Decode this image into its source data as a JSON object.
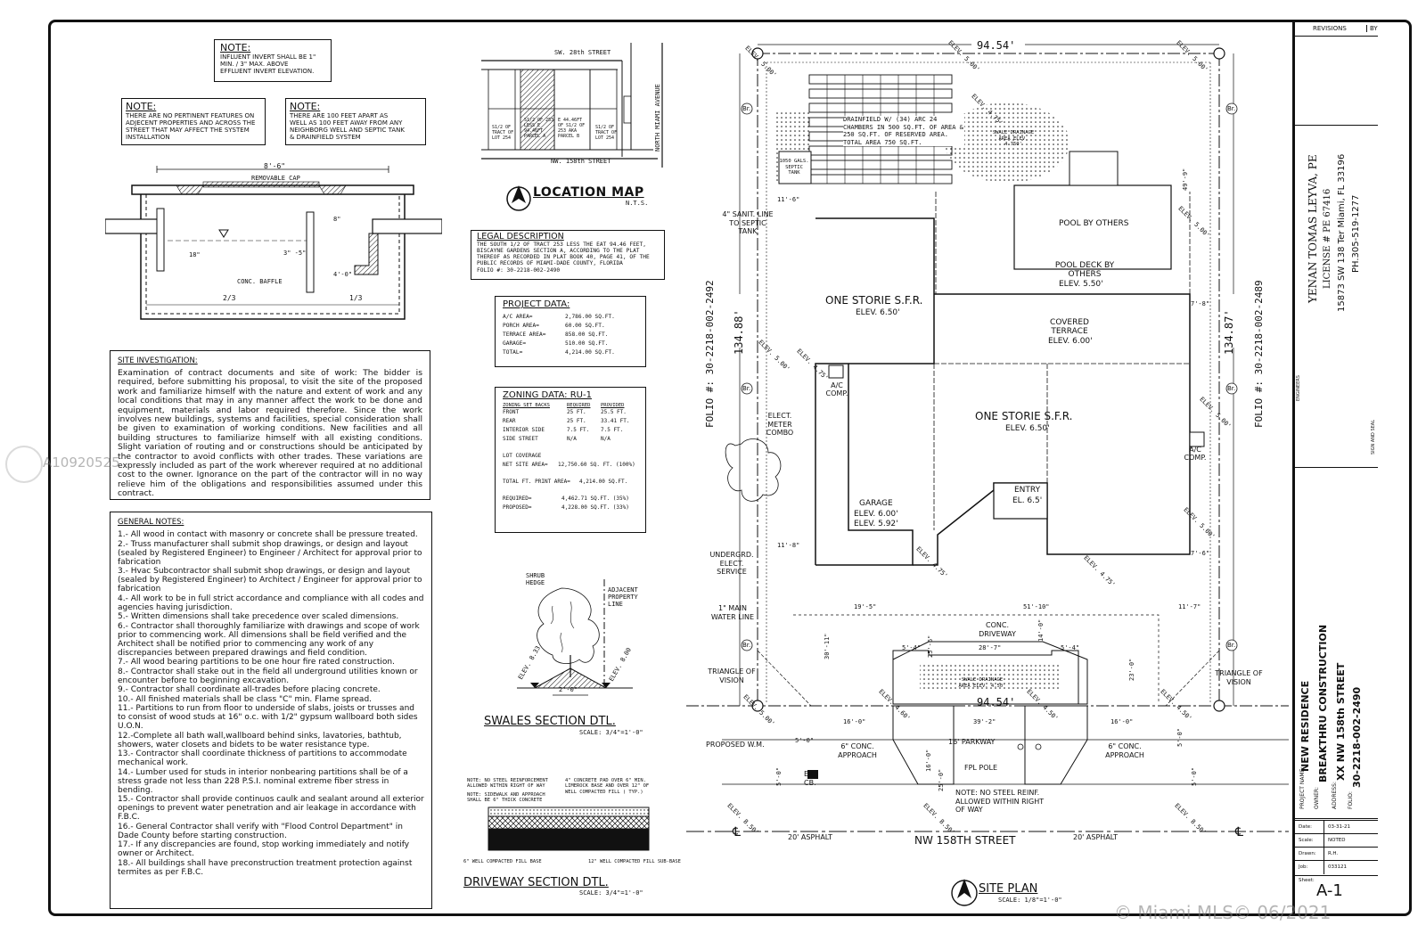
{
  "notes": {
    "influent": {
      "title": "NOTE:",
      "lines": [
        "INFLUENT INVERT SHALL BE 1\"",
        "MIN. / 3\" MAX. ABOVE",
        "EFFLUENT INVERT ELEVATION."
      ]
    },
    "pertinent": {
      "title": "NOTE:",
      "lines": [
        "THERE ARE NO PERTINENT FEATURES ON",
        "ADJECENT PROPERTIES AND ACROSS THE",
        "STREET THAT MAY AFFECT THE SYSTEM",
        "INSTALLATION"
      ]
    },
    "hundred_feet": {
      "title": "NOTE:",
      "lines": [
        "THERE ARE 100 FEET APART AS",
        "WELL AS 100 FEET AWAY FROM ANY",
        "NEIGHBORG WELL AND SEPTIC TANK",
        "& DRAINFIELD SYSTEM"
      ]
    }
  },
  "septic_section": {
    "width_dim": "8'-6\"",
    "removable_cap": "REMOVABLE CAP",
    "baffle": "CONC. BAFFLE",
    "left_ratio": "2/3",
    "right_ratio": "1/3",
    "dim_18": "18\"",
    "dim_8": "8\"",
    "dim_4": "4'-0\"",
    "dim_35": "3\" -5\""
  },
  "location_map": {
    "title": "LOCATION MAP",
    "scale": "N.T.S.",
    "streets": [
      "SW. 28th STREET",
      "NW. 158th STREET",
      "NORTH MIAMI AVENUE"
    ],
    "lots": [
      "S1/2 OF TRACT OF LOT 254",
      "S1/2 OF 253 LESS E 94.46FT PARCEL A",
      "E 44.46FT OF S1/2 OF 253 AKA PARCEL B",
      "S1/2 OF TRACT OF LOT 254"
    ]
  },
  "legal": {
    "title": "LEGAL DESCRIPTION",
    "lines": [
      "THE SOUTH 1/2 OF TRACT 253 LESS THE EAT 94.46 FEET,",
      "BISCAYNE GARDENS SECTION A, ACCORDING TO THE PLAT",
      "THEREOF AS RECORDED IN PLAT BOOK 40, PAGE 41, OF THE",
      "PUBLIC RECORDS OF MIAMI-DADE COUNTY, FLORIDA",
      "FOLIO #: 30-2218-002-2490"
    ]
  },
  "project_data": {
    "title": "PROJECT DATA:",
    "rows": [
      {
        "label": "A/C AREA=",
        "value": "2,786.00 SQ.FT."
      },
      {
        "label": "PORCH AREA=",
        "value": "60.00 SQ.FT."
      },
      {
        "label": "TERRACE AREA=",
        "value": "858.00 SQ.FT."
      },
      {
        "label": "GARAGE=",
        "value": "510.00 SQ.FT."
      },
      {
        "label": "TOTAL=",
        "value": "4,214.00 SQ.FT."
      }
    ]
  },
  "zoning": {
    "title": "ZONING DATA: RU-1",
    "head": [
      "ZONING SET BACKS",
      "REQUIRED",
      "PROVIDED"
    ],
    "rows": [
      [
        "FRONT",
        "25 FT.",
        "25.5 FT."
      ],
      [
        "REAR",
        "25 FT.",
        "33.41 FT."
      ],
      [
        "INTERIOR SIDE",
        "7.5 FT.",
        "7.5 FT."
      ],
      [
        "SIDE STREET",
        "N/A",
        "N/A"
      ]
    ],
    "coverage_title": "LOT COVERAGE",
    "net_site": {
      "label": "NET SITE AREA=",
      "value": "12,750.60 SQ. FT. (100%)"
    },
    "footprint": {
      "label": "TOTAL FT. PRINT AREA=",
      "value": "4,214.00 SQ.FT."
    },
    "required": {
      "label": "REQUIRED=",
      "value": "4,462.71 SQ.FT. (35%)"
    },
    "proposed": {
      "label": "PROPOSED=",
      "value": "4,228.00 SQ.FT. (33%)"
    }
  },
  "site_investigation": {
    "title": "SITE INVESTIGATION:",
    "text": "Examination of contract documents and site of work: The bidder is required, before submitting his proposal, to visit the site of the proposed work and familiarize himself with the nature and extent of work and any local conditions that may in any manner affect the work to be done and equipment, materials and labor required therefore. Since the work involves new buildings, systems and facilities, special consideration shall be given to examination of working conditions. New facilities and all building structures to familiarize himself with all existing conditions. Slight variation of routing and or constructions should be anticipated by the contractor to avoid conflicts with other trades. These variations are expressly included as part of the work wherever required at no additional cost to the owner. Ignorance on the part of the contractor will in no way relieve him of the obligations and responsibilities assumed under this contract."
  },
  "general_notes": {
    "title": "GENERAL NOTES:",
    "items": [
      "1.- All wood in contact with masonry or concrete shall be pressure treated.",
      "2.- Truss manufacturer shall submit shop drawings, or design and layout (sealed by Registered Engineer) to Engineer / Architect for approval prior to fabrication",
      "3.- Hvac Subcontractor shall submit shop drawings, or design and layout (sealed by Registered Engineer) to Architect / Engineer for approval prior to fabrication",
      "4.- All work to be in full strict accordance and compliance with all codes and agencies having jurisdiction.",
      "5.- Written dimensions shall take precedence over scaled dimensions.",
      "6.- Contractor shall thoroughly familiarize with drawings and scope of work prior to commencing work. All dimensions shall be field verified and the Architect shall be notified prior to commencing any work of any discrepancies between prepared drawings and field condition.",
      "7.- All wood bearing partitions to be one hour fire rated construction.",
      "8.- Contractor shall stake out in the field all underground utilities known or encounter before to beginning excavation.",
      "9.- Contractor shall coordinate all-trades before placing concrete.",
      "10.- All finished materials shall be class \"C\" min. Flame spread.",
      "11.- Partitions to run from floor to underside of slabs, joists or trusses and to consist of wood studs at 16\" o.c. with 1/2\" gypsum wallboard both sides U.O.N.",
      "12.-Complete all bath wall,wallboard behind sinks, lavatories, bathtub, showers, water closets and bidets to be water resistance type.",
      "13.- Contractor shall coordinate thickness of partitions to accommodate mechanical work.",
      "14.- Lumber used for studs in interior nonbearing partitions shall be of a stress grade not less than 228 P.S.I. nominal extreme fiber stress in bending.",
      "15.- Contractor shall provide continuos caulk and sealant around all exterior openings to prevent water penetration and air leakage in accordance with F.B.C.",
      "16.- General Contractor shall verify with \"Flood Control Department\" in Dade County before starting construction.",
      "17.- If any discrepancies are found, stop working immediately and notify owner or Architect.",
      "18.- All buildings shall have preconstruction treatment protection against termites as per F.B.C."
    ]
  },
  "swales": {
    "title": "SWALES SECTION DTL.",
    "scale": "SCALE: 3/4\"=1'-0\"",
    "shrub": "SHRUB HEDGE",
    "adjacent": "ADJACENT PROPERTY LINE",
    "elev_left": "ELEV. 8.33",
    "elev_right": "ELEV. 8.00",
    "dim": "2'-0\""
  },
  "driveway": {
    "title": "DRIVEWAY SECTION DTL.",
    "scale": "SCALE: 3/4\"=1'-0\"",
    "note1": "NOTE: NO STEEL REINFORCEMENT ALLOWED WITHIN RIGHT OF WAY",
    "note2": "NOTE: SIDEWALK AND APPROACH SHALL BE 6\" THICK CONCRETE",
    "note3": "4\" CONCRETE PAD OVER 6\" MIN. LIMEROCK BASE AND OVER 12\" OF WELL COMPACTED FILL ( TYP.)",
    "base1": "6\" WELL COMPACTED FILL BASE",
    "base2": "12\" WELL COMPACTED FILL SUB-BASE"
  },
  "site_plan": {
    "title": "SITE PLAN",
    "scale": "SCALE: 1/8\"=1'-0\"",
    "top_dim": "94.54'",
    "bottom_dim": "94.54'",
    "left_dim": "134.88'",
    "right_dim": "134.87'",
    "folio_left": "FOLIO #: 30-2218-002-2492",
    "folio_right": "FOLIO #: 30-2218-002-2489",
    "drainfield": "DRAINFIELD W/ (34) ARC 24 CHAMBERS IN 500 SQ.FT. OF AREA & 250 SQ.FT. OF RESERVED AREA. TOTAL AREA 750 SQ.FT.",
    "septic_tank": "1050 GALS. SEPTIC TANK",
    "swale_top": "SWALE DRAINAGE AREA ELEV. 4.750'",
    "pool": "POOL BY OTHERS",
    "pool_deck": "POOL DECK BY OTHERS",
    "pool_deck_elev": "ELEV. 5.50'",
    "sfr1": "ONE STORIE S.F.R.",
    "sfr1_elev": "ELEV. 6.50'",
    "covered": "COVERED TERRACE",
    "covered_elev": "ELEV. 6.00'",
    "sfr2": "ONE STORIE S.F.R.",
    "sfr2_elev": "ELEV. 6.50'",
    "garage": "GARAGE",
    "garage_elev1": "ELEV. 6.00'",
    "garage_elev2": "ELEV. 5.92'",
    "entry": "ENTRY",
    "entry_elev": "EL. 6.5'",
    "ac1": "A/C COMP.",
    "ac2": "A/C COMP.",
    "meter": "ELECT. METER COMBO",
    "underground": "UNDERGRD. ELECT. SERVICE",
    "sanit": "4\" SANIT. LINE TO SEPTIC TANK",
    "water": "1\" MAIN WATER LINE",
    "triangle_l": "TRIANGLE OF VISION",
    "triangle_r": "TRIANGLE OF VISION",
    "conc_driveway": "CONC. DRIVEWAY",
    "swale_bottom": "SWALE DRAINAGE AREA ELEV. 4.50'",
    "proposed_wm": "PROPOSED W.M.",
    "approach_l": "6\" CONC. APPROACH",
    "approach_r": "6\" CONC. APPROACH",
    "parkway": "16' PARKWAY",
    "fpl": "FPL POLE",
    "ex_cb": "EX. CB.",
    "note_steel": "NOTE: NO STEEL REINF. ALLOWED WITHIN RIGHT OF WAY",
    "street": "NW 158TH STREET",
    "asphalt_l": "20' ASPHALT",
    "asphalt_r": "20' ASPHALT",
    "dims": [
      "11'-6\"",
      "49'-9\"",
      "7'-8\"",
      "11'-8\"",
      "7'-6\"",
      "19'-5\"",
      "51'-10\"",
      "11'-7\"",
      "30'-11\"",
      "14'-0\"",
      "28'-7\"",
      "5'-4\"",
      "5'-4\"",
      "25'-6\"",
      "23'-0\"",
      "16'-0\"",
      "39'-2\"",
      "16'-0\"",
      "5'-0\"",
      "16'-0\"",
      "25'-0\"",
      "5'-0\"",
      "5'-0\"",
      "5'-0\""
    ],
    "elevs": [
      "ELEV. 5.00'",
      "ELEV. 5.00'",
      "ELEV. 4.75'",
      "ELEV. 5.00'",
      "ELEV. 5.00'",
      "ELEV. 5.00'",
      "ELEV. 5.00'",
      "ELEV. 4.75'",
      "ELEV. 4.75'",
      "ELEV. 4.60'",
      "ELEV. 4.50'",
      "ELEV. 4.50'",
      "ELEV. 8.50'",
      "ELEV. 8.50'",
      "ELEV. 8.50'",
      "ELEV. 4.75'",
      "ELEV. 5.00'",
      "ELEV. 5.00'"
    ],
    "br": "Br."
  },
  "title_block": {
    "revisions": "REVISIONS",
    "by": "BY",
    "engineer": "YENAN TOMAS LEYVA, PE",
    "license": "LICENSE # PE 67416",
    "address": "15873 SW 138 Ter Miami, FL 33196",
    "phone": "PH.305-519-1277",
    "engineers_lbl": "ENGINEERS",
    "sign_lbl": "SIGN AND SEAL",
    "project_name_lbl": "PROJECT NAME:",
    "project_name": "NEW RESIDENCE",
    "owner_lbl": "OWNER:",
    "owner": "BREAKTHRU CONSTRUCTION",
    "address_lbl": "ADDRESS:",
    "address_val": "XX NW 158th STREET",
    "folio_lbl": "FOLIO:",
    "folio": "30-2218-002-2490",
    "rows": [
      {
        "label": "Date:",
        "value": "03-31-21"
      },
      {
        "label": "Scale:",
        "value": "NOTED"
      },
      {
        "label": "Drawn:",
        "value": "R.H."
      },
      {
        "label": "Job:",
        "value": "033121"
      }
    ],
    "sheet_lbl": "Sheet:",
    "sheet": "A-1"
  },
  "watermark": {
    "id": "A10920525",
    "mls": "© Miami MLS© 06/2021"
  }
}
